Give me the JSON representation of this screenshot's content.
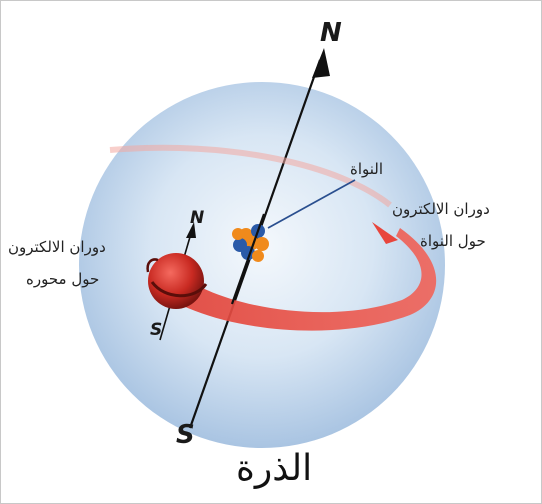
{
  "labels": {
    "nucleus": "النواة",
    "electron_orbit_line1": "دوران الالكترون",
    "electron_orbit_line2": "حول النواة",
    "electron_spin_line1": "دوران الالكترون",
    "electron_spin_line2": "حول محوره",
    "title": "الذرة"
  },
  "poles": {
    "main_north": "N",
    "main_south": "S",
    "electron_north": "N",
    "electron_south": "S"
  },
  "colors": {
    "atom_sphere": "#cfe0f3",
    "orbit": "#e8453c",
    "electron": "#d0322b",
    "nucleus_orange": "#f08a1c",
    "nucleus_blue": "#2a5aa8",
    "axis": "#111111"
  }
}
